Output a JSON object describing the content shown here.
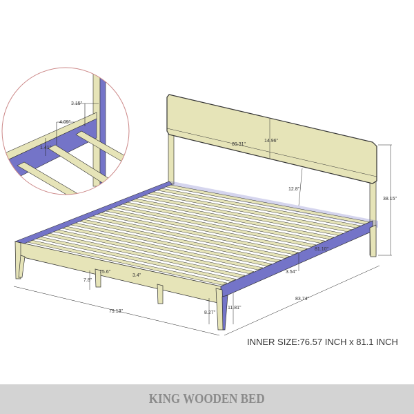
{
  "title": "KING WOODEN BED",
  "inner_size": "INNER SIZE:76.57 INCH x 81.1 INCH",
  "colors": {
    "wood": "#e6e4b8",
    "rail": "#7474c8",
    "outline": "#333333",
    "inset_circle": "#cc8888",
    "banner": "#d3d3d3",
    "banner_text": "#8a8a8a"
  },
  "dimensions": {
    "inset_rail_gap": "3.15\"",
    "inset_slat_gap": "4.09\"",
    "inset_slat_thickness": "1.41\"",
    "headboard_width": "80.31\"",
    "headboard_height": "14.96\"",
    "headboard_clearance": "12.8\"",
    "total_height": "38.15\"",
    "side_rail_length": "81.10\"",
    "side_rail_height": "3.54\"",
    "slat_length": "75.6\"",
    "slat_width": "3.4\"",
    "center_leg_height": "7.8\"",
    "overall_width": "79.13\"",
    "leg_height": "8.27\"",
    "frame_height": "11.81\"",
    "overall_length": "83.74\""
  }
}
